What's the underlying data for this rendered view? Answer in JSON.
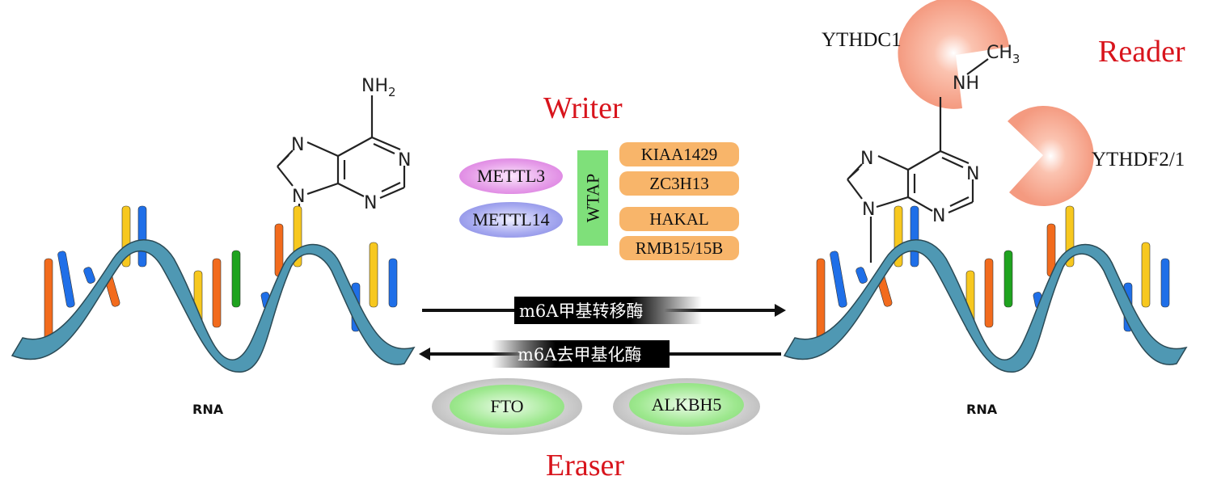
{
  "writer": {
    "title": "Writer",
    "enzymes": [
      "METTL3",
      "METTL14"
    ],
    "adapter": "WTAP",
    "cofactors": [
      "KIAA1429",
      "ZC3H13",
      "HAKAL",
      "RMB15/15B"
    ],
    "colors": {
      "title": "#d8141c",
      "mettl3": "#e27de8",
      "mettl14": "#8c8fe8",
      "wtap": "#7fe07a",
      "cofactor": "#f8b56a"
    }
  },
  "eraser": {
    "title": "Eraser",
    "enzymes": [
      "FTO",
      "ALKBH5"
    ]
  },
  "reader": {
    "title": "Reader",
    "proteins": [
      "YTHDC1",
      "YTHDF2/1"
    ],
    "color": "#f49a80"
  },
  "arrows": {
    "forward_label": "m6A甲基转移酶",
    "reverse_label": "m6A去甲基化酶"
  },
  "left_molecule": {
    "substituent": "NH2",
    "ring_atoms": [
      "N",
      "N",
      "N",
      "N"
    ],
    "strand_label": "RNA"
  },
  "right_molecule": {
    "substituent_n": "NH",
    "methyl": "CH3",
    "ring_atoms": [
      "N",
      "N",
      "N",
      "N"
    ],
    "strand_label": "RNA"
  },
  "rna_colors": {
    "ribbon": "#4f98b3",
    "orange": "#f26b1d",
    "yellow": "#f7c81f",
    "blue": "#1f6fe8",
    "green": "#1fa31f"
  }
}
